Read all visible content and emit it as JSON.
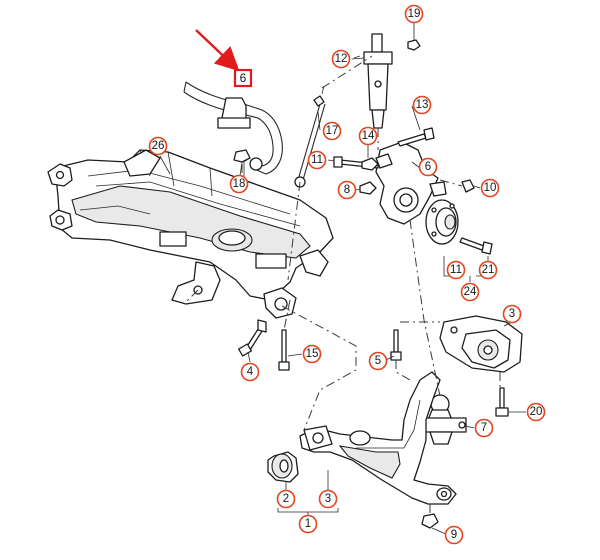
{
  "diagram": {
    "highlighted_label": "6",
    "arrow_color": "#e01b1b",
    "callout_color": "#e2451f",
    "callouts": {
      "c19": "19",
      "c12": "12",
      "c17": "17",
      "c14": "14",
      "c13": "13",
      "c11a": "11",
      "c6b": "6",
      "c8": "8",
      "c10": "10",
      "c26": "26",
      "c18": "18",
      "c11b": "11",
      "c21": "21",
      "c24": "24",
      "c3a": "3",
      "c15": "15",
      "c4": "4",
      "c5": "5",
      "c20": "20",
      "c7": "7",
      "c2": "2",
      "c3b": "3",
      "c1": "1",
      "c9": "9"
    }
  }
}
